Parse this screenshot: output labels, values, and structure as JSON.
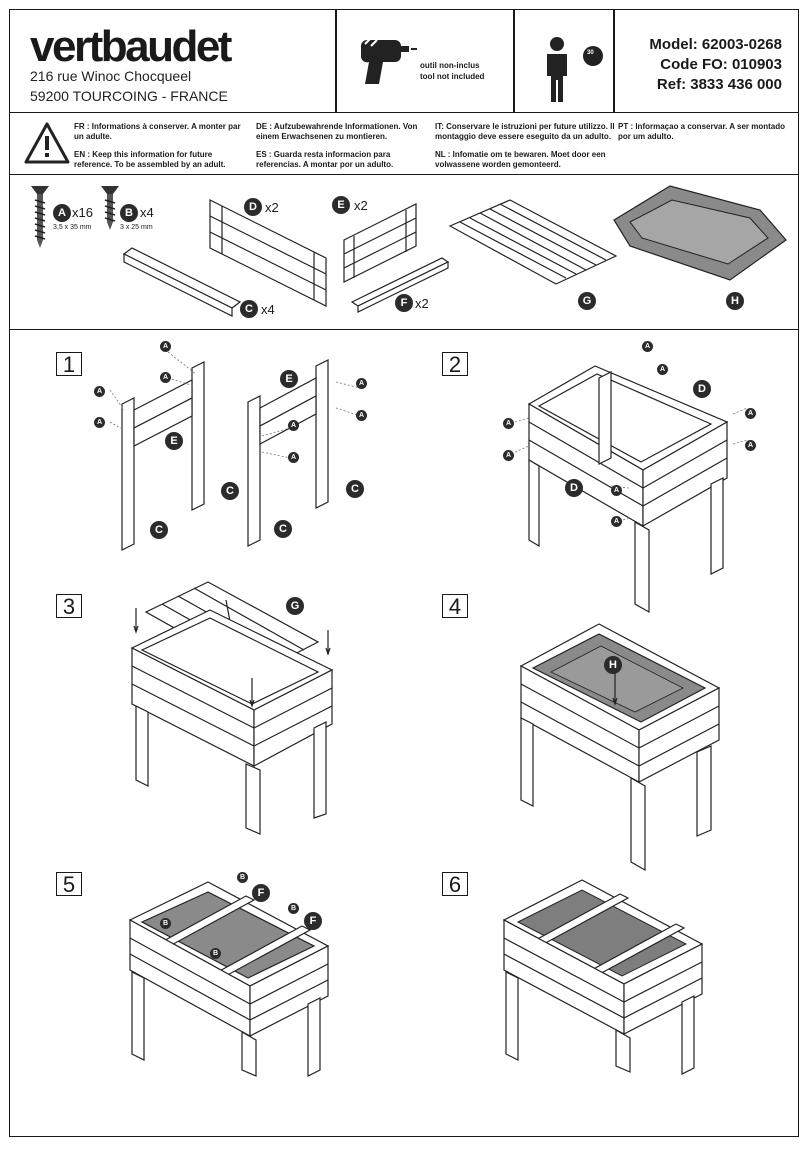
{
  "header": {
    "brand": "vertbaudet",
    "address_line1": "216 rue Winoc Chocqueel",
    "address_line2": "59200 TOURCOING - FRANCE",
    "tool_note_1": "outil non-inclus",
    "tool_note_2": "tool not included",
    "age": "30",
    "model": "Model: 62003-0268",
    "code": "Code FO: 010903",
    "ref": "Ref: 3833 436 000"
  },
  "warnings": {
    "fr": "FR : Informations à conserver. A monter par un adulte.",
    "en": "EN : Keep this information for future reference. To be assembled by an adult.",
    "de": "DE : Aufzubewahrende Informationen. Von einem Erwachsenen zu montieren.",
    "es": "ES : Guarda resta informacion para referencias. A montar por un adulto.",
    "it": "IT: Conservare le istruzioni per future utilizzo. Il montaggio deve essere eseguito da un adulto.",
    "nl": "NL : Infomatie om te bewaren. Moet door een volwassene worden gemonteerd.",
    "pt": "PT : Informaçao a conservar. A ser montado por um adulto."
  },
  "parts": [
    {
      "id": "A",
      "qty": "x16",
      "dim": "3,5 x 35 mm"
    },
    {
      "id": "B",
      "qty": "x4",
      "dim": "3 x 25 mm"
    },
    {
      "id": "C",
      "qty": "x4"
    },
    {
      "id": "D",
      "qty": "x2"
    },
    {
      "id": "E",
      "qty": "x2"
    },
    {
      "id": "F",
      "qty": "x2"
    },
    {
      "id": "G"
    },
    {
      "id": "H"
    }
  ],
  "steps": [
    "1",
    "2",
    "3",
    "4",
    "5",
    "6"
  ],
  "labels": {
    "A": "A",
    "B": "B",
    "C": "C",
    "D": "D",
    "E": "E",
    "F": "F",
    "G": "G",
    "H": "H"
  }
}
